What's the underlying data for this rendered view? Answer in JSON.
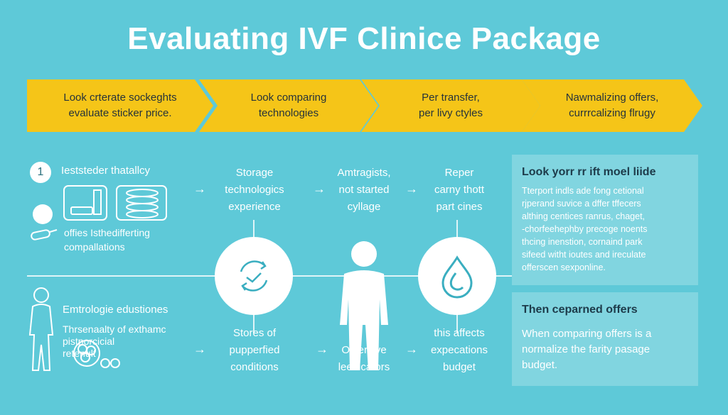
{
  "title": "Evaluating IVF Clinice Package",
  "chevrons": [
    {
      "text": "Look crterate sockeghts\nevaluate sticker price."
    },
    {
      "text": "Look comparing\ntechnologies"
    },
    {
      "text": "Per transfer,\nper livy ctyles"
    },
    {
      "text": "Nawmalizing offers,\ncurrrcalizing flrugy"
    }
  ],
  "left_top": {
    "number": "1",
    "heading": "Ieststeder thatallcy",
    "caption": "offies Isthedifferting\ncompallations"
  },
  "left_bottom": {
    "heading": "Emtrologie edustiones",
    "caption": "Thrsenaalty of exthamc\npistporcicial\nretenult"
  },
  "columns": {
    "storage_top": "Storage\ntechnologics\nexperience",
    "amtragists_top": "Amtragists,\nnot started\ncyllage",
    "reper_top": "Reper\ncarny thott\npart cines",
    "stores_bottom": "Stores of\npupperfied\nconditions",
    "olper_bottom": "Olper live\nleedicators",
    "affects_bottom": "this affects\nexpecations\nbudget"
  },
  "panel_top": {
    "heading": "Look yorr rr ift moel liide",
    "body": "Tterport indls ade fong cetional\nrjperand suvice a dffer tffecers\nalthing centices ranrus, chaget,\n-chorfeehephby precoge noents\nthcing inenstion, cornaind park\nsifeed witht ioutes and ireculate\nofferscen sexponline."
  },
  "panel_bottom": {
    "heading": "Then ceparned offers",
    "body": "When comparing offers is a\nnormalize the farity pasage\nbudget."
  },
  "icons": {
    "arrow": "→"
  },
  "colors": {
    "background": "#5ec9d8",
    "chevron": "#f5c518",
    "icon_teal": "#3aaec0"
  }
}
